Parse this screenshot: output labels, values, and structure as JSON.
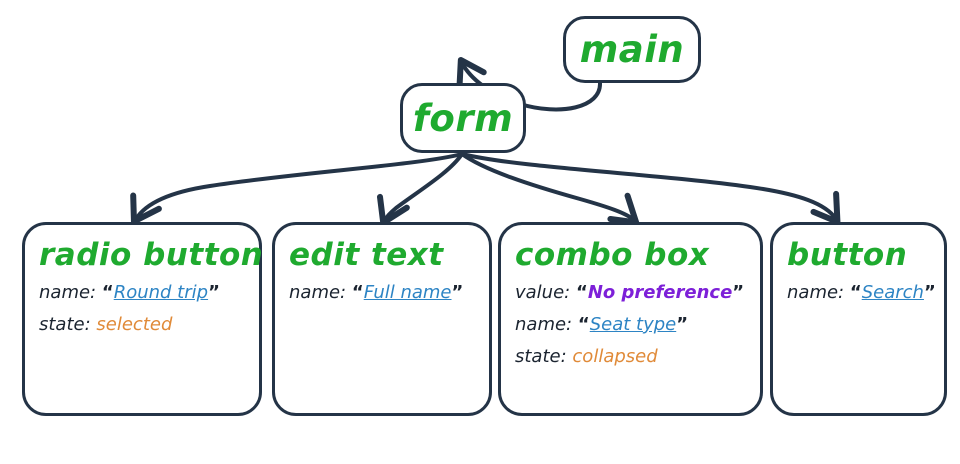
{
  "diagram": {
    "type": "accessibility-tree",
    "stroke_color": "#243447",
    "node_title_color": "#1faa2f",
    "name_value_color": "#2d84c4",
    "value_color": "#7d20d8",
    "state_color": "#e08a38"
  },
  "nodes": {
    "main": {
      "title": "main"
    },
    "form": {
      "title": "form"
    },
    "radio_button": {
      "title": "radio button",
      "attrs": [
        {
          "key": "name:",
          "value": "Round trip",
          "kind": "name",
          "quoted": true
        },
        {
          "key": "state:",
          "value": "selected",
          "kind": "state",
          "quoted": false
        }
      ]
    },
    "edit_text": {
      "title": "edit text",
      "attrs": [
        {
          "key": "name:",
          "value": "Full name",
          "kind": "name",
          "quoted": true
        }
      ]
    },
    "combo_box": {
      "title": "combo box",
      "attrs": [
        {
          "key": "value:",
          "value": "No preference",
          "kind": "value",
          "quoted": true
        },
        {
          "key": "name:",
          "value": "Seat type",
          "kind": "name",
          "quoted": true
        },
        {
          "key": "state:",
          "value": "collapsed",
          "kind": "state",
          "quoted": false
        }
      ]
    },
    "button": {
      "title": "button",
      "attrs": [
        {
          "key": "name:",
          "value": "Search",
          "kind": "name",
          "quoted": true
        }
      ]
    }
  },
  "edges": [
    {
      "from": "main",
      "to": "form"
    },
    {
      "from": "form",
      "to": "radio_button"
    },
    {
      "from": "form",
      "to": "edit_text"
    },
    {
      "from": "form",
      "to": "combo_box"
    },
    {
      "from": "form",
      "to": "button"
    }
  ]
}
